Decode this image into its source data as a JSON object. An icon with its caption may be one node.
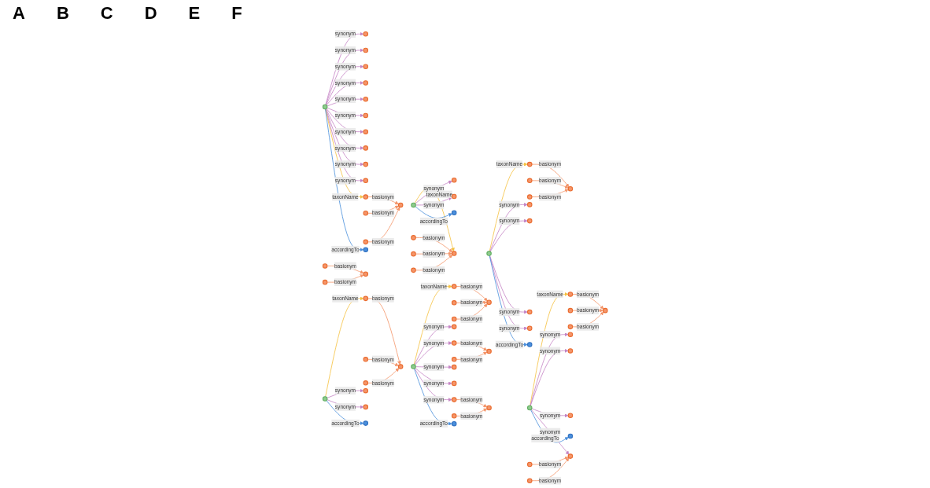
{
  "diagram": {
    "nodes": [
      {
        "text": [],
        "shape": "circle"
      },
      {
        "text": [],
        "shape": "circle"
      },
      {
        "text": [],
        "shape": "circle"
      },
      {
        "text": [],
        "shape": "circle"
      },
      {
        "text": [],
        "shape": "circle"
      },
      {
        "text": [],
        "shape": "circle"
      },
      {
        "text": [],
        "shape": "circle"
      },
      {
        "text": [],
        "shape": "circle"
      },
      {
        "text": [],
        "shape": "circle"
      },
      {
        "text": [],
        "shape": "circle"
      },
      {
        "text": [],
        "shape": "circle"
      },
      {
        "text": [],
        "shape": "circle"
      },
      {
        "text": [],
        "shape": "circle"
      },
      {
        "text": [],
        "shape": "circle"
      },
      {
        "text": [],
        "shape": "circle"
      },
      {
        "text": [],
        "shape": "circle"
      },
      {
        "text": [],
        "shape": "circle"
      },
      {
        "text": [],
        "shape": "circle"
      },
      {
        "text": [],
        "shape": "circle"
      },
      {
        "text": [],
        "shape": "circle"
      },
      {
        "text": [],
        "shape": "circle"
      },
      {
        "text": [],
        "shape": "circle"
      },
      {
        "text": [],
        "shape": "circle"
      },
      {
        "text": [],
        "shape": "circle"
      },
      {
        "text": [],
        "shape": "circle"
      },
      {
        "text": [],
        "shape": "circle"
      },
      {
        "text": [],
        "shape": "circle"
      },
      {
        "text": [],
        "shape": "circle"
      },
      {
        "text": [],
        "shape": "circle"
      },
      {
        "text": [],
        "shape": "circle"
      },
      {
        "text": [],
        "shape": "circle"
      },
      {
        "text": [],
        "shape": "circle"
      },
      {
        "text": [],
        "shape": "circle"
      },
      {
        "text": [],
        "shape": "circle"
      },
      {
        "text": [],
        "shape": "circle"
      },
      {
        "text": [],
        "shape": "circle"
      },
      {
        "text": [],
        "shape": "circle"
      },
      {
        "text": [],
        "shape": "circle"
      },
      {
        "text": [],
        "shape": "circle"
      },
      {
        "text": [],
        "shape": "circle"
      },
      {
        "text": [],
        "shape": "circle"
      },
      {
        "text": [],
        "shape": "circle"
      },
      {
        "text": [],
        "shape": "circle"
      },
      {
        "text": [],
        "shape": "circle"
      },
      {
        "text": [],
        "shape": "circle"
      },
      {
        "text": [],
        "shape": "circle"
      },
      {
        "text": [],
        "shape": "circle"
      },
      {
        "text": [],
        "shape": "circle"
      },
      {
        "text": [],
        "shape": "circle"
      },
      {
        "text": [],
        "shape": "circle"
      },
      {
        "text": [],
        "shape": "circle"
      },
      {
        "text": [],
        "shape": "circle"
      },
      {
        "text": [],
        "shape": "circle"
      },
      {
        "text": [],
        "shape": "circle"
      },
      {
        "text": [],
        "shape": "circle"
      },
      {
        "text": [],
        "shape": "circle"
      },
      {
        "text": [],
        "shape": "circle"
      },
      {
        "text": [],
        "shape": "circle"
      },
      {
        "text": [],
        "shape": "circle"
      },
      {
        "text": [],
        "shape": "circle"
      },
      {
        "text": [],
        "shape": "circle"
      },
      {
        "text": [],
        "shape": "circle"
      },
      {
        "text": [],
        "shape": "circle"
      },
      {
        "text": [],
        "shape": "circle"
      },
      {
        "text": [],
        "shape": "circle"
      },
      {
        "text": [],
        "shape": "circle"
      },
      {
        "text": [],
        "shape": "circle"
      },
      {
        "text": [],
        "shape": "circle"
      },
      {
        "text": [],
        "shape": "circle"
      },
      {
        "text": [],
        "shape": "circle"
      },
      {
        "text": [],
        "shape": "circle"
      },
      {
        "text": [],
        "shape": "circle"
      }
    ],
    "edges": [
      {
        "from": 0,
        "to": 1,
        "arrow": "to",
        "label": "synonym"
      },
      {
        "from": 0,
        "to": 2,
        "arrow": "to",
        "label": "synonym"
      },
      {
        "from": 0,
        "to": 3,
        "arrow": "to",
        "label": "synonym"
      },
      {
        "from": 0,
        "to": 4,
        "arrow": "to",
        "label": "synonym"
      },
      {
        "from": 0,
        "to": 5,
        "arrow": "to",
        "label": "synonym"
      },
      {
        "from": 0,
        "to": 6,
        "arrow": "to",
        "label": "synonym"
      },
      {
        "from": 0,
        "to": 7,
        "arrow": "to",
        "label": "synonym"
      },
      {
        "from": 0,
        "to": 8,
        "arrow": "to",
        "label": "synonym"
      },
      {
        "from": 0,
        "to": 9,
        "arrow": "to",
        "label": "synonym"
      },
      {
        "from": 0,
        "to": 10,
        "arrow": "to",
        "label": "synonym"
      },
      {
        "from": 0,
        "to": 11,
        "arrow": "to",
        "label": "taxonName",
        "color": "#f5c242"
      },
      {
        "from": 0,
        "to": 18,
        "arrow": "to",
        "label": "accordingTo",
        "color": "#4a8fdc"
      },
      {
        "from": 11,
        "to": 12,
        "arrow": "to",
        "label": "basionym",
        "color": "#f4956a"
      },
      {
        "from": 13,
        "to": 12,
        "arrow": "to",
        "label": "basionym",
        "color": "#f4956a"
      },
      {
        "from": 14,
        "to": 12,
        "arrow": "to",
        "label": "basionym",
        "color": "#f4956a"
      },
      {
        "from": 16,
        "to": 15,
        "arrow": "to",
        "label": "basionym",
        "color": "#f4956a"
      },
      {
        "from": 17,
        "to": 15,
        "arrow": "to",
        "label": "basionym",
        "color": "#f4956a"
      },
      {
        "from": 19,
        "to": 20,
        "arrow": "to",
        "label": "taxonName",
        "color": "#f5c242"
      },
      {
        "from": 21,
        "to": 20,
        "arrow": "to",
        "label": "basionym",
        "color": "#f4956a"
      },
      {
        "from": 22,
        "to": 20,
        "arrow": "to",
        "label": "basionym",
        "color": "#f4956a"
      },
      {
        "from": 23,
        "to": 20,
        "arrow": "to",
        "label": "basionym",
        "color": "#f4956a"
      },
      {
        "from": 19,
        "to": 24,
        "arrow": "to",
        "label": "synonym"
      },
      {
        "from": 19,
        "to": 25,
        "arrow": "to",
        "label": "synonym"
      },
      {
        "from": 19,
        "to": 26,
        "arrow": "to",
        "label": "accordingTo",
        "color": "#4a8fdc"
      },
      {
        "from": 27,
        "to": 28,
        "arrow": "to",
        "label": "taxonName",
        "color": "#f5c242"
      },
      {
        "from": 28,
        "to": 29,
        "arrow": "to",
        "label": "basionym",
        "color": "#f4956a"
      },
      {
        "from": 30,
        "to": 29,
        "arrow": "to",
        "label": "basionym",
        "color": "#f4956a"
      },
      {
        "from": 31,
        "to": 29,
        "arrow": "to",
        "label": "basionym",
        "color": "#f4956a"
      },
      {
        "from": 27,
        "to": 32,
        "arrow": "to",
        "label": "synonym"
      },
      {
        "from": 27,
        "to": 33,
        "arrow": "to",
        "label": "synonym"
      },
      {
        "from": 27,
        "to": 34,
        "arrow": "to",
        "label": "synonym"
      },
      {
        "from": 27,
        "to": 35,
        "arrow": "to",
        "label": "synonym"
      },
      {
        "from": 27,
        "to": 36,
        "arrow": "to",
        "label": "accordingTo",
        "color": "#4a8fdc"
      },
      {
        "from": 37,
        "to": 38,
        "arrow": "to",
        "label": "taxonName",
        "color": "#f5c242"
      },
      {
        "from": 38,
        "to": 39,
        "arrow": "to",
        "label": "basionym",
        "color": "#f4956a"
      },
      {
        "from": 40,
        "to": 39,
        "arrow": "to",
        "label": "basionym",
        "color": "#f4956a"
      },
      {
        "from": 41,
        "to": 39,
        "arrow": "to",
        "label": "basionym",
        "color": "#f4956a"
      },
      {
        "from": 37,
        "to": 42,
        "arrow": "to",
        "label": "synonym"
      },
      {
        "from": 37,
        "to": 43,
        "arrow": "to",
        "label": "synonym"
      },
      {
        "from": 37,
        "to": 44,
        "arrow": "to",
        "label": "accordingTo",
        "color": "#4a8fdc"
      },
      {
        "from": 45,
        "to": 46,
        "arrow": "to",
        "label": "taxonName",
        "color": "#f5c242"
      },
      {
        "from": 46,
        "to": 47,
        "arrow": "to",
        "label": "basionym",
        "color": "#f4956a"
      },
      {
        "from": 48,
        "to": 47,
        "arrow": "to",
        "label": "basionym",
        "color": "#f4956a"
      },
      {
        "from": 49,
        "to": 47,
        "arrow": "to",
        "label": "basionym",
        "color": "#f4956a"
      },
      {
        "from": 45,
        "to": 50,
        "arrow": "to",
        "label": "synonym"
      },
      {
        "from": 45,
        "to": 51,
        "arrow": "to",
        "label": "synonym"
      },
      {
        "from": 51,
        "to": 52,
        "arrow": "to",
        "label": "basionym",
        "color": "#f4956a"
      },
      {
        "from": 53,
        "to": 52,
        "arrow": "to",
        "label": "basionym",
        "color": "#f4956a"
      },
      {
        "from": 45,
        "to": 54,
        "arrow": "to",
        "label": "synonym"
      },
      {
        "from": 45,
        "to": 55,
        "arrow": "to",
        "label": "synonym"
      },
      {
        "from": 45,
        "to": 56,
        "arrow": "to",
        "label": "synonym"
      },
      {
        "from": 56,
        "to": 57,
        "arrow": "to",
        "label": "basionym",
        "color": "#f4956a"
      },
      {
        "from": 58,
        "to": 57,
        "arrow": "to",
        "label": "basionym",
        "color": "#f4956a"
      },
      {
        "from": 45,
        "to": 59,
        "arrow": "to",
        "label": "accordingTo",
        "color": "#4a8fdc"
      },
      {
        "from": 60,
        "to": 61,
        "arrow": "to",
        "label": "taxonName",
        "color": "#f5c242"
      },
      {
        "from": 61,
        "to": 62,
        "arrow": "to",
        "label": "basionym",
        "color": "#f4956a"
      },
      {
        "from": 63,
        "to": 62,
        "arrow": "to",
        "label": "basionym",
        "color": "#f4956a"
      },
      {
        "from": 64,
        "to": 62,
        "arrow": "to",
        "label": "basionym",
        "color": "#f4956a"
      },
      {
        "from": 60,
        "to": 65,
        "arrow": "to",
        "label": "synonym"
      },
      {
        "from": 60,
        "to": 66,
        "arrow": "to",
        "label": "synonym"
      },
      {
        "from": 60,
        "to": 67,
        "arrow": "to",
        "label": "synonym"
      },
      {
        "from": 60,
        "to": 68,
        "arrow": "to",
        "label": "synonym"
      },
      {
        "from": 69,
        "to": 68,
        "arrow": "to",
        "label": "basionym",
        "color": "#f4956a"
      },
      {
        "from": 70,
        "to": 68,
        "arrow": "to",
        "label": "basionym",
        "color": "#f4956a"
      },
      {
        "from": 60,
        "to": 71,
        "arrow": "to",
        "label": "accordingTo",
        "color": "#4a8fdc"
      }
    ],
    "labels": [
      "A",
      "B",
      "C",
      "D",
      "E",
      "F"
    ]
  }
}
